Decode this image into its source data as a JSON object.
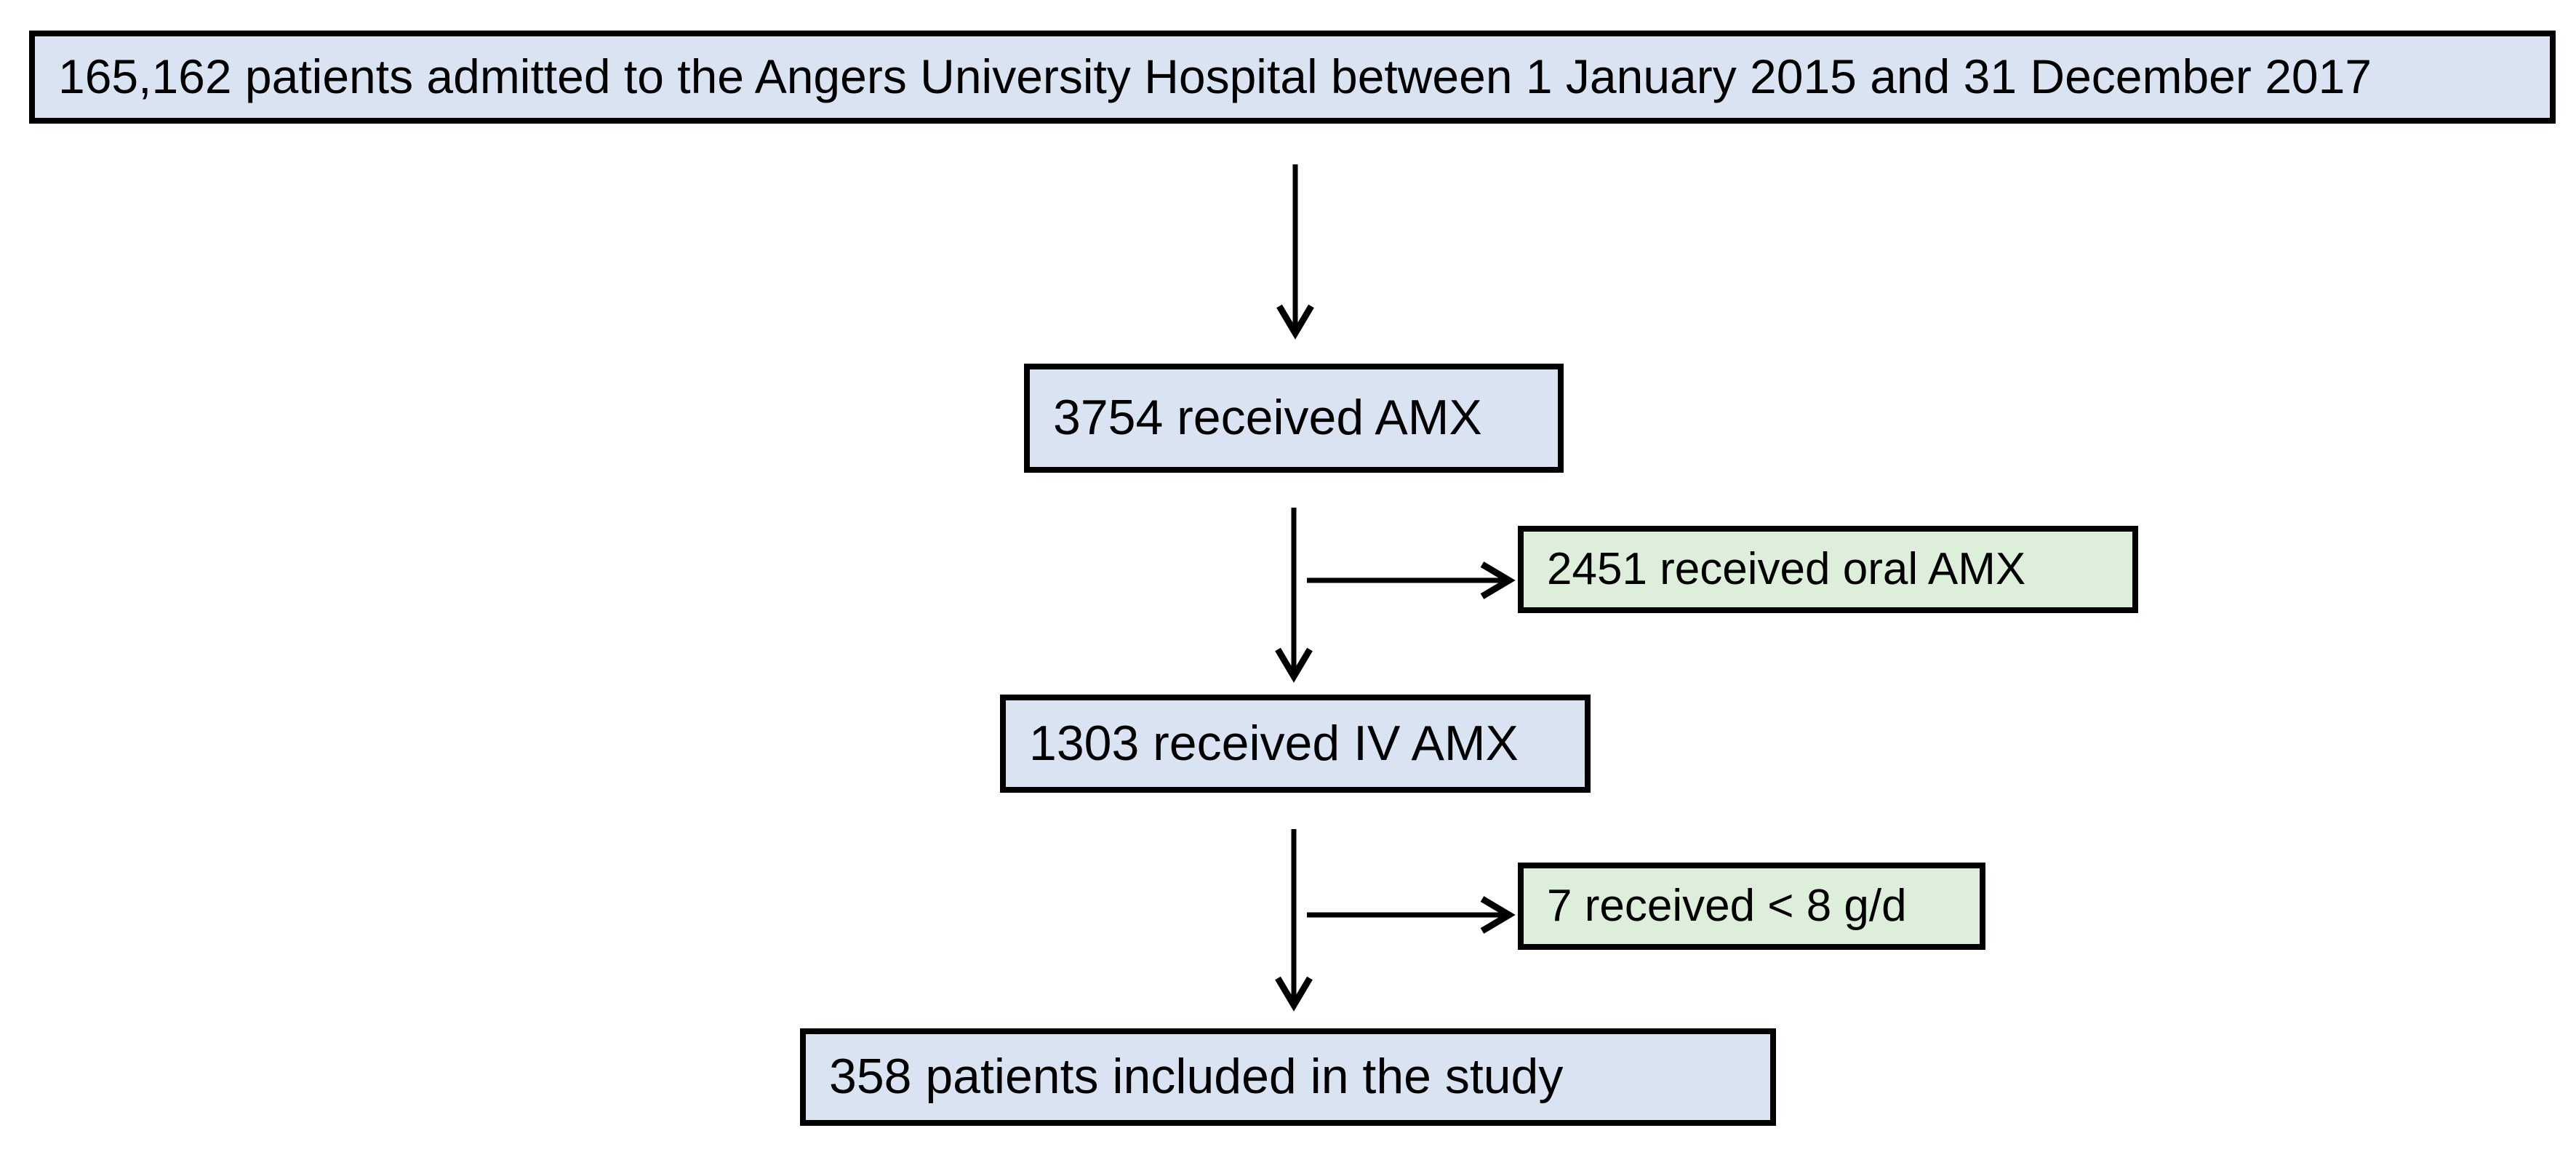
{
  "diagram": {
    "type": "flowchart",
    "nodes": {
      "admitted": {
        "label": "165,162 patients admitted to the Angers University Hospital between 1 January 2015 and 31 December 2017",
        "role": "primary"
      },
      "received_amx": {
        "label": "3754 received AMX",
        "role": "primary"
      },
      "oral_amx": {
        "label": "2451 received oral AMX",
        "role": "exclusion"
      },
      "iv_amx": {
        "label": "1303 received IV AMX",
        "role": "primary"
      },
      "low_dose": {
        "label": "7 received < 8 g/d",
        "role": "exclusion"
      },
      "included": {
        "label": "358 patients included in the study",
        "role": "primary"
      }
    },
    "edges": [
      {
        "from": "admitted",
        "to": "received_amx",
        "direction": "down"
      },
      {
        "from": "received_amx",
        "to": "oral_amx",
        "direction": "right-branch"
      },
      {
        "from": "received_amx",
        "to": "iv_amx",
        "direction": "down"
      },
      {
        "from": "iv_amx",
        "to": "low_dose",
        "direction": "right-branch"
      },
      {
        "from": "iv_amx",
        "to": "included",
        "direction": "down"
      }
    ],
    "colors": {
      "primary_fill": "#dae3f1",
      "exclusion_fill": "#ddeeda",
      "border": "#000000",
      "arrow": "#000000",
      "text": "#000000",
      "bg": "#ffffff"
    }
  }
}
